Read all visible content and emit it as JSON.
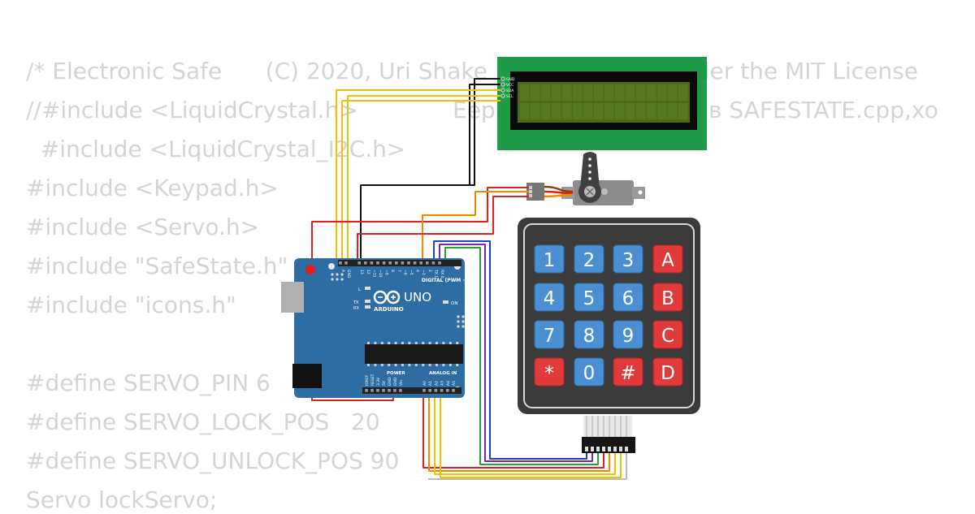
{
  "code_lines": [
    {
      "left": "/* Electronic Safe      (C) 2020, Uri Shake",
      "right": "nder the MIT License"
    },
    {
      "left": "//#include <LiquidCrystal.h>",
      "right": "Eep",
      "right2": "в SAFESTATE.cpp,xo"
    },
    {
      "left": "  #include <LiquidCrystal_I2C.h>"
    },
    {
      "left": "#include <Keypad.h>"
    },
    {
      "left": "#include <Servo.h>"
    },
    {
      "left": "#include \"SafeState.h\""
    },
    {
      "left": "#include \"icons.h\""
    },
    {
      "left": ""
    },
    {
      "left": "#define SERVO_PIN 6"
    },
    {
      "left": "#define SERVO_LOCK_POS   20"
    },
    {
      "left": "#define SERVO_UNLOCK_POS 90"
    },
    {
      "left": "Servo lockServo;"
    }
  ],
  "keypad": {
    "rows": [
      [
        "1",
        "2",
        "3",
        "A"
      ],
      [
        "4",
        "5",
        "6",
        "B"
      ],
      [
        "7",
        "8",
        "9",
        "C"
      ],
      [
        "*",
        "0",
        "#",
        "D"
      ]
    ]
  },
  "arduino": {
    "brand": "ARDUINO",
    "model": "UNO",
    "digital_label": "DIGITAL (PWM ~)",
    "power_label": "POWER",
    "analog_label": "ANALOG IN",
    "on_label": "ON",
    "l_label": "L",
    "tx_label": "TX",
    "rx_label": "RX",
    "top_pins": [
      "AREF",
      "GND",
      "13",
      "12",
      "~11",
      "~10",
      "~9",
      "8",
      "7",
      "~6",
      "~5",
      "4",
      "~3",
      "2",
      "TX 1",
      "RX 0"
    ],
    "power_pins": [
      "IOREF",
      "RESET",
      "3.3V",
      "5V",
      "GND",
      "GND",
      "Vin"
    ],
    "analog_pins": [
      "A0",
      "A1",
      "A2",
      "A3",
      "A4",
      "A5"
    ]
  },
  "lcd": {
    "pins": [
      "GND",
      "VCC",
      "SDA",
      "SCL"
    ]
  },
  "colors": {
    "code_text": "#d4d4d4",
    "board": "#2e6da4",
    "lcd_pcb": "#1f9a48",
    "lcd_screen": "#4d6b1a",
    "keypad_body": "#3b3b3b",
    "key_blue": "#4a8fd4",
    "key_red": "#e03a3a",
    "wire_red": "#e02020",
    "wire_black": "#111111",
    "wire_yellow": "#f5c000",
    "wire_orange": "#f08a00",
    "wire_green": "#2a9d3a",
    "wire_blue": "#2040d0",
    "wire_purple": "#7a2aa0",
    "wire_gray": "#bbbbbb"
  }
}
